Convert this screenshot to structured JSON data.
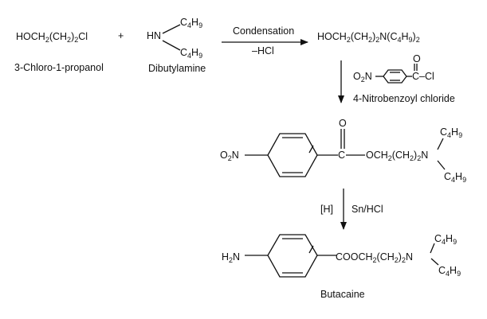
{
  "step1": {
    "reactant1_formula": "HOCH2(CH2)2Cl",
    "reactant1_name": "3-Chloro-1-propanol",
    "plus": "+",
    "reactant2_core": "HN",
    "reactant2_chain_top": "C4H9",
    "reactant2_chain_bottom": "C4H9",
    "reactant2_name": "Dibutylamine",
    "condition_top": "Condensation",
    "condition_bottom": "–HCl",
    "product_formula": "HOCH2(CH2)2N(C4H9)2"
  },
  "step2": {
    "reagent_left": "O2N",
    "reagent_carbonyl_o": "O",
    "reagent_right": "C–Cl",
    "reagent_name": "4-Nitrobenzoyl chloride",
    "product_left": "O2N",
    "product_carbonyl_o": "O",
    "product_carbonyl_c": "C",
    "product_chain": "OCH2(CH2)2N",
    "product_chain_top": "C4H9",
    "product_chain_bottom": "C4H9"
  },
  "step3": {
    "condition_left": "[H]",
    "condition_right": "Sn/HCl",
    "product_left": "H2N",
    "product_chain": "COOCH2(CH2)2N",
    "product_chain_top": "C4H9",
    "product_chain_bottom": "C4H9",
    "product_name": "Butacaine"
  }
}
